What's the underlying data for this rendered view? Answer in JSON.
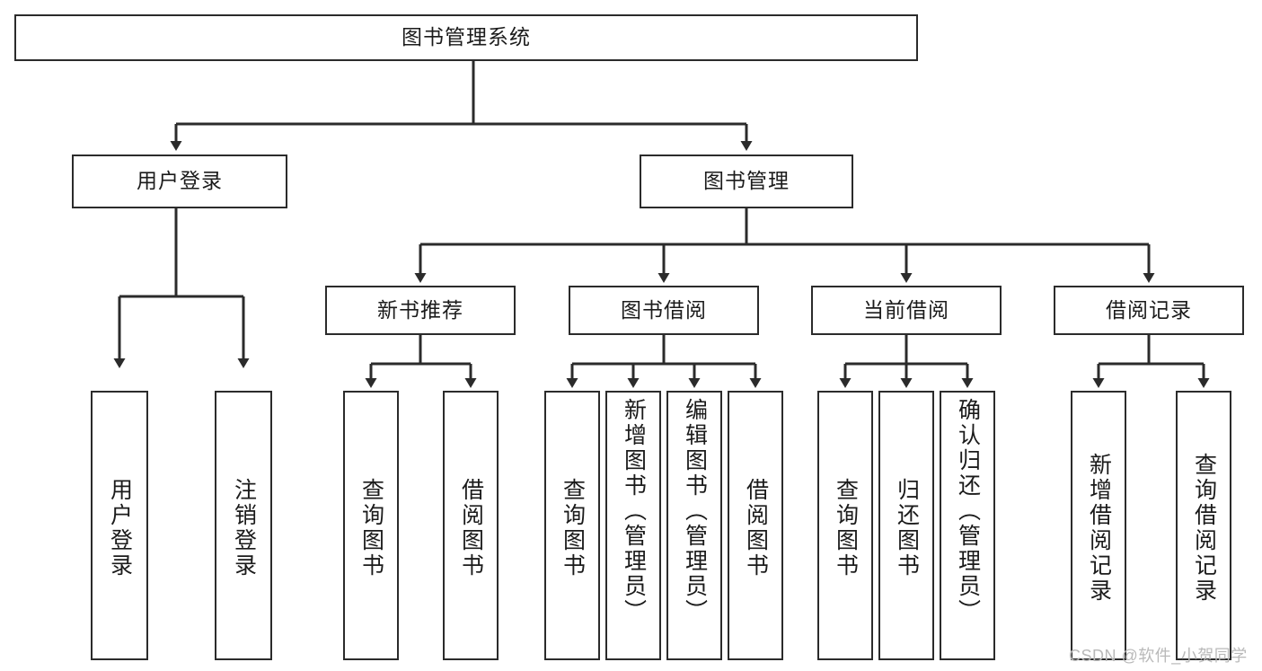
{
  "diagram": {
    "title": "图书管理系统",
    "type": "function-structure-tree",
    "background_color": "#ffffff",
    "box_border_color": "#2b2b2b",
    "connector_color": "#2b2b2b",
    "text_color": "#1b1b1b"
  },
  "root": {
    "label": "图书管理系统"
  },
  "level2": [
    {
      "label": "用户登录"
    },
    {
      "label": "图书管理"
    }
  ],
  "level3": [
    {
      "label": "新书推荐"
    },
    {
      "label": "图书借阅"
    },
    {
      "label": "当前借阅"
    },
    {
      "label": "借阅记录"
    }
  ],
  "leaves": {
    "user_login": [
      {
        "label": "用户登录"
      },
      {
        "label": "注销登录"
      }
    ],
    "new_book_recommend": [
      {
        "label": "查询图书"
      },
      {
        "label": "借阅图书"
      }
    ],
    "book_borrow": [
      {
        "label": "查询图书"
      },
      {
        "label": "新增图书（管理员）"
      },
      {
        "label": "编辑图书（管理员）"
      },
      {
        "label": "借阅图书"
      }
    ],
    "current_borrow": [
      {
        "label": "查询图书"
      },
      {
        "label": "归还图书"
      },
      {
        "label": "确认归还（管理员）"
      }
    ],
    "borrow_record": [
      {
        "label": "新增借阅记录"
      },
      {
        "label": "查询借阅记录"
      }
    ]
  },
  "watermark": {
    "text": "CSDN @软件_小贺同学"
  }
}
